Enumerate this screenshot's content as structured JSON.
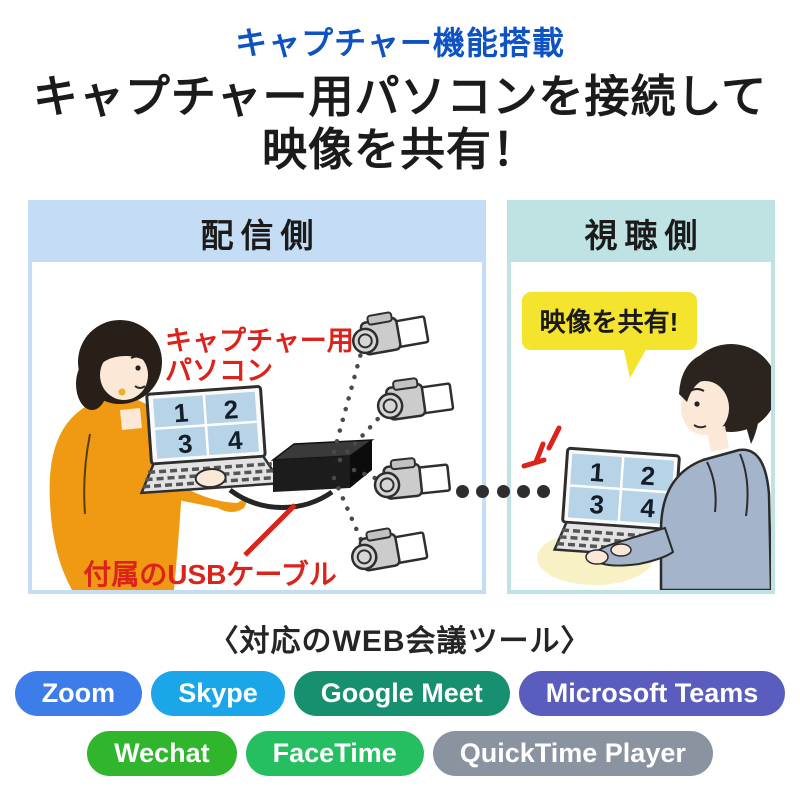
{
  "colors": {
    "title_blue": "#0d53c3",
    "red_accent": "#dc231b",
    "bubble_yellow": "#f5e42e",
    "screen_blue": "#b6d3e8",
    "big_dot": "#2e2e2e"
  },
  "header": {
    "tagline": "キャプチャー機能搭載",
    "title_line1": "キャプチャー用パソコンを接続して",
    "title_line2": "映像を共有！"
  },
  "panels": {
    "broadcaster": {
      "title": "配信側",
      "accent_color": "#c5ddf4",
      "pc_label_line1": "キャプチャー用",
      "pc_label_line2": "パソコン",
      "cable_label": "付属のUSBケーブル",
      "screen_quadrants": [
        "1",
        "2",
        "3",
        "4"
      ]
    },
    "viewer": {
      "title": "視聴側",
      "accent_color": "#bfe2e3",
      "speech_bubble": "映像を共有!",
      "screen_quadrants": [
        "1",
        "2",
        "3",
        "4"
      ]
    }
  },
  "tools": {
    "heading": "〈対応のWEB会議ツール〉",
    "items": [
      {
        "label": "Zoom",
        "color": "#3d7de9"
      },
      {
        "label": "Skype",
        "color": "#1ba6ea"
      },
      {
        "label": "Google Meet",
        "color": "#17906f"
      },
      {
        "label": "Microsoft Teams",
        "color": "#5a5dbe"
      },
      {
        "label": "Wechat",
        "color": "#2fb62c"
      },
      {
        "label": "FaceTime",
        "color": "#25bf62"
      },
      {
        "label": "QuickTime Player",
        "color": "#8a93a0"
      }
    ]
  }
}
